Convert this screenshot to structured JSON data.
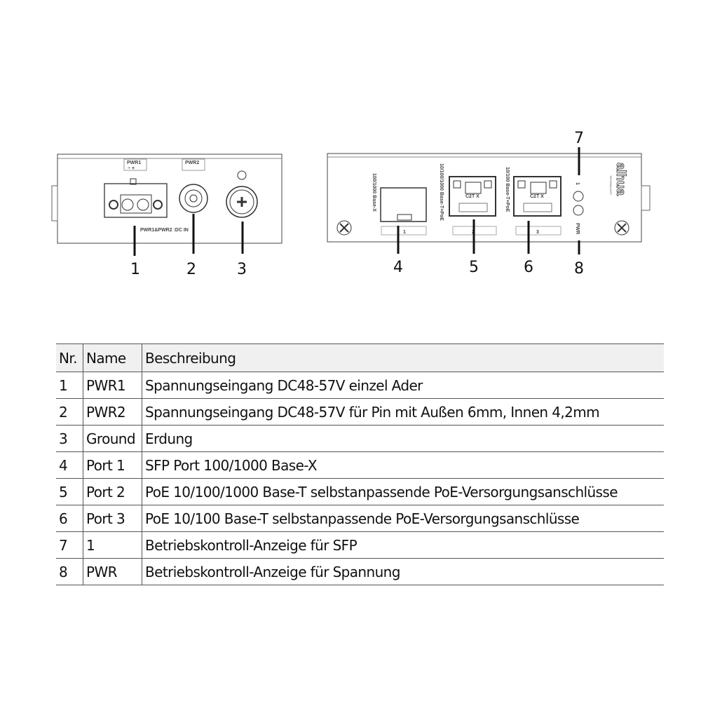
{
  "diagram": {
    "left_panel": {
      "pwr1_label": "PWR1",
      "pwr1_polarity": "−  +",
      "pwr2_label": "PWR2",
      "dc_in_label": "PWR1&PWR2 :DC IN"
    },
    "right_panel": {
      "port1_speed": "100/1000 Base-X",
      "port2_speed": "10/100/1000 Base-T+PoE",
      "port3_speed": "10/100 Base-T+PoE",
      "port1_number": "1",
      "port2_number": "2",
      "port3_number": "3",
      "rj45_label": "C2T  X",
      "led1_label": "1",
      "led_pwr_label": "PWR",
      "brand": "alhua",
      "brand_sub": "TECHNOLOGY"
    },
    "callouts": [
      "1",
      "2",
      "3",
      "4",
      "5",
      "6",
      "7",
      "8"
    ]
  },
  "table": {
    "headers": [
      "Nr.",
      "Name",
      "Beschreibung"
    ],
    "rows": [
      [
        "1",
        "PWR1",
        "Spannungseingang DC48-57V einzel Ader"
      ],
      [
        "2",
        "PWR2",
        "Spannungseingang DC48-57V für Pin mit Außen 6mm, Innen 4,2mm"
      ],
      [
        "3",
        "Ground",
        "Erdung"
      ],
      [
        "4",
        "Port 1",
        "SFP Port 100/1000 Base-X"
      ],
      [
        "5",
        "Port 2",
        "PoE 10/100/1000 Base-T selbstanpassende PoE-Versorgungsanschlüsse"
      ],
      [
        "6",
        "Port 3",
        "PoE 10/100 Base-T selbstanpassende PoE-Versorgungsanschlüsse"
      ],
      [
        "7",
        "1",
        "Betriebskontroll-Anzeige für SFP"
      ],
      [
        "8",
        "PWR",
        "Betriebskontroll-Anzeige für Spannung"
      ]
    ]
  }
}
